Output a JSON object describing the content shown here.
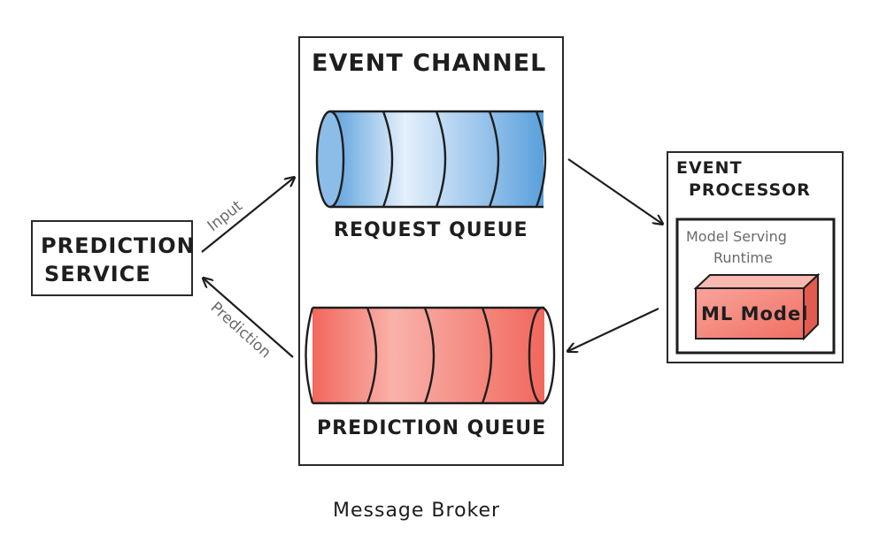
{
  "prediction_service": {
    "line1": "PREDICTION",
    "line2": "SERVICE"
  },
  "event_channel": {
    "title": "EVENT CHANNEL",
    "request_queue_label": "REQUEST QUEUE",
    "prediction_queue_label": "PREDICTION QUEUE"
  },
  "event_processor": {
    "line1": "EVENT",
    "line2": "PROCESSOR",
    "runtime_line1": "Model Serving",
    "runtime_line2": "Runtime",
    "model_label": "ML Model"
  },
  "arrows": {
    "input_label": "Input",
    "prediction_label": "Prediction"
  },
  "footer": {
    "caption": "Message Broker"
  },
  "colors": {
    "request_queue": "#5aa0dc",
    "prediction_queue": "#f0645a",
    "ml_model": "#f57a6e"
  }
}
